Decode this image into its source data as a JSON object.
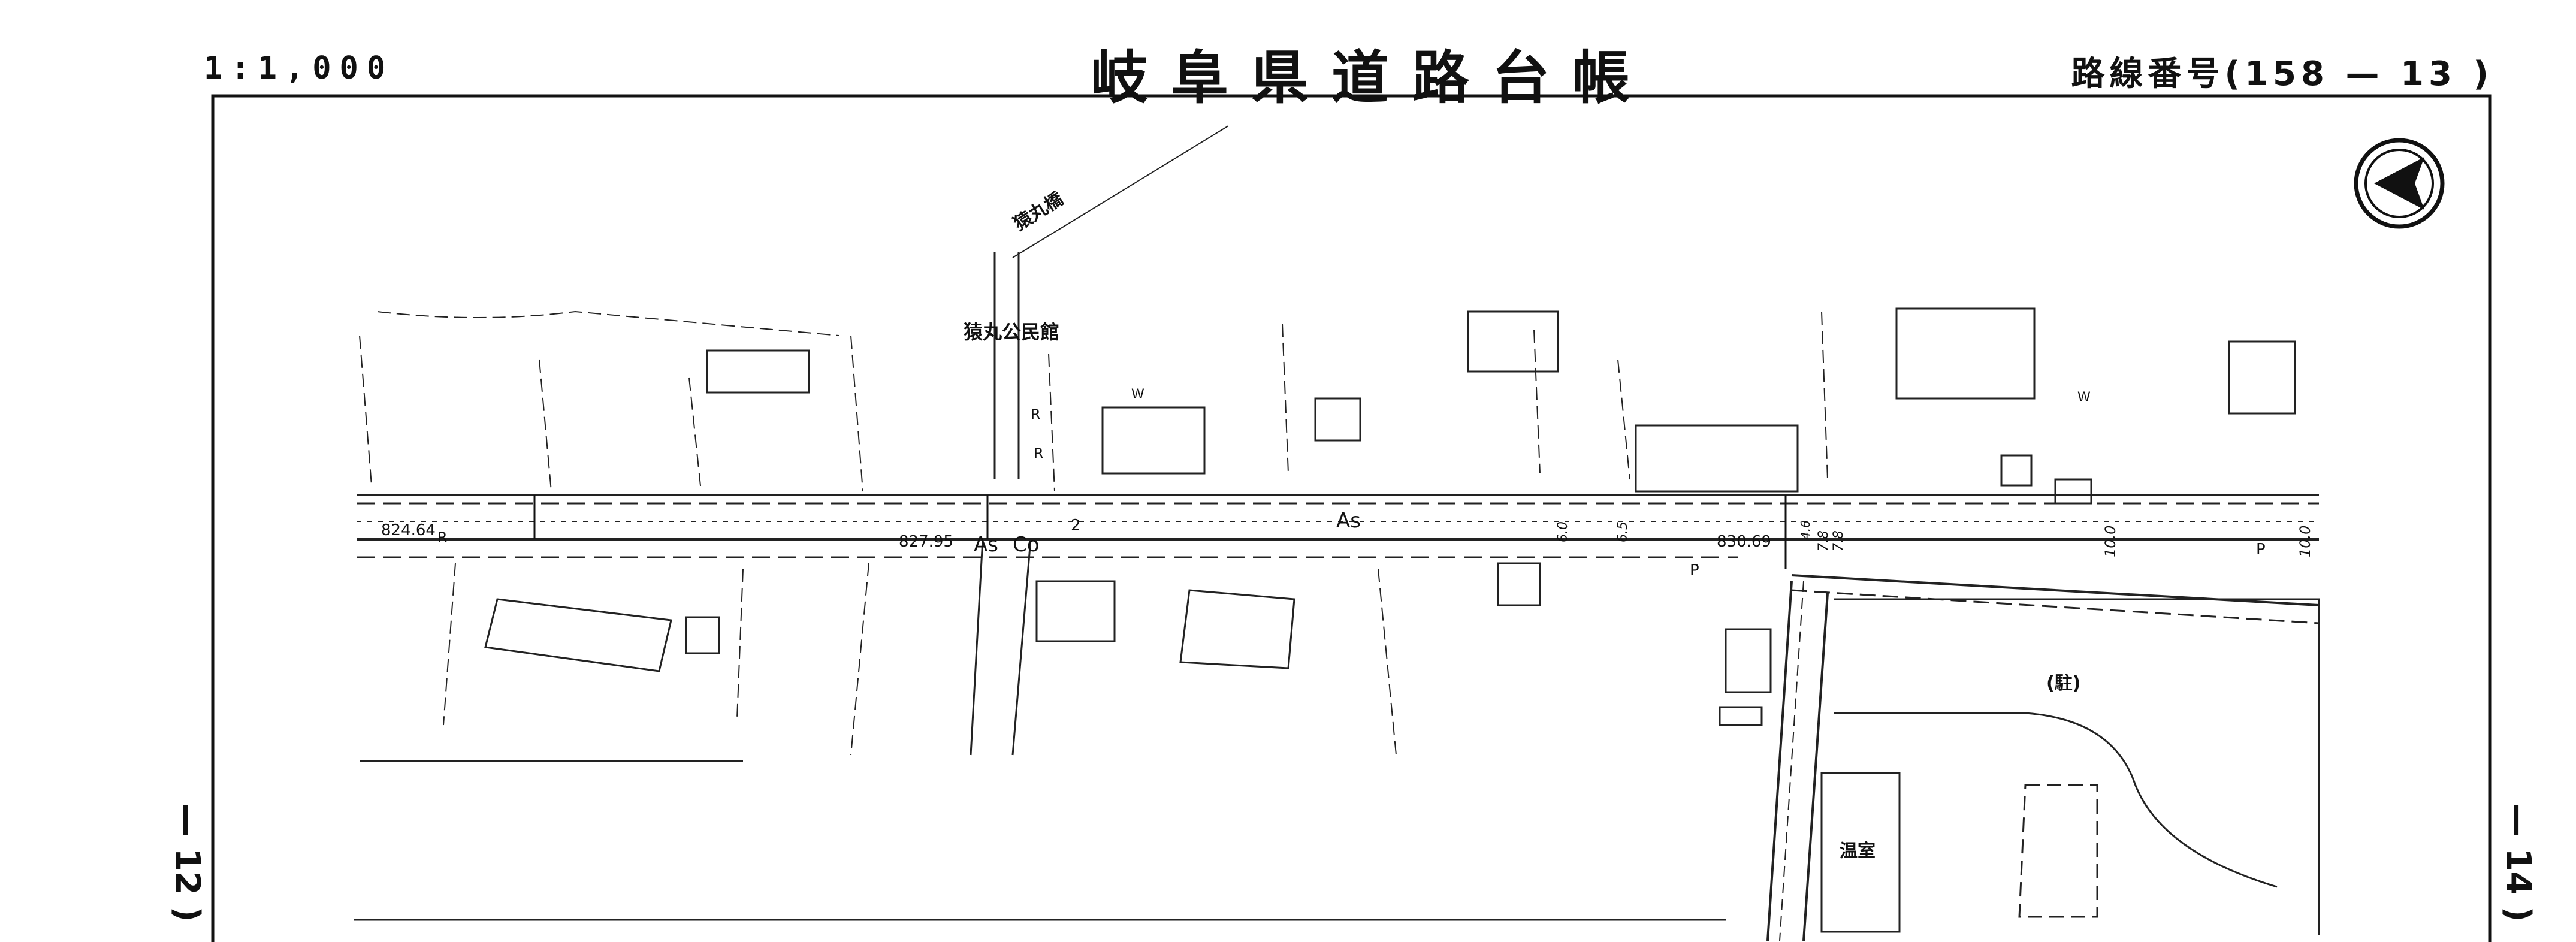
{
  "header": {
    "scale": "1:1,000",
    "title": "岐阜県道路台帳",
    "route_number": "路線番号(158 — 13 )"
  },
  "margins": {
    "left_sheet": "— 12 )",
    "right_sheet": "— 14 )"
  },
  "map": {
    "north_arrow": "north-arrow-icon",
    "labels": {
      "bridge": "猿丸橋",
      "community_hall": "猿丸公民館",
      "greenhouse": "温室",
      "parking": "(駐)",
      "surface_as_1": "As",
      "surface_as_2": "As",
      "surface_co": "Co",
      "station_1": "824.64",
      "station_2": "827.95",
      "station_3": "830.69",
      "r1": "R",
      "r2": "R",
      "r3": "R",
      "p1": "P",
      "p2": "P",
      "w1": "W",
      "w2": "W",
      "num_2": "2",
      "width_1": "10.0",
      "width_2": "10.0",
      "width_3": "6.0",
      "width_4": "6.5",
      "width_5": "7.8",
      "width_6": "7.8",
      "width_7": "4.6"
    }
  }
}
